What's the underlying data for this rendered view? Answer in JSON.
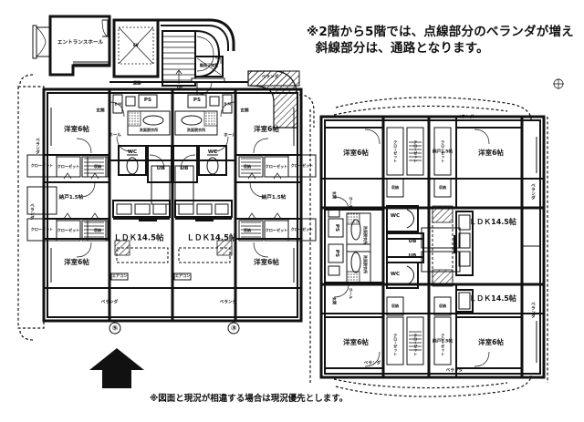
{
  "document": {
    "type": "apartment-floor-plan",
    "header_note": "※2階から5階では、点線部分のベランダが増え\n  斜線部分は、通路となります。",
    "footer_note": "※図面と現況が相違する場合は現況優先とします。",
    "orientation_marker": "north-arrow"
  },
  "labels": {
    "entrance_hall": "エントランスホール",
    "ev": "EV",
    "stair_storage": "階段下物置",
    "up": "UP",
    "corridor": "通路",
    "entrance": "玄関",
    "hall": "ホール",
    "wc": "WC",
    "ub": "UB",
    "ps": "PS",
    "meter_box": "Ｍ\nＢ",
    "washroom": "洗面脱衣所",
    "closet": "クローゼット",
    "closet_v": "クローゼット",
    "storage": "収納",
    "western_room": "洋室6帖",
    "nando": "納戸1.5帖",
    "ldk": "ＬＤＫ14.5帖",
    "veranda": "ベランダ",
    "aircon": "エアコン",
    "washer": "洗濯機",
    "pantry": "物入"
  },
  "units": {
    "left_building": [
      {
        "number": "⑤",
        "rooms": [
          "洋室6帖",
          "納戸1.5帖",
          "ＬＤＫ14.5帖"
        ]
      },
      {
        "number": "③",
        "rooms": [
          "洋室6帖",
          "納戸1.5帖",
          "ＬＤＫ14.5帖"
        ]
      }
    ],
    "right_building": [
      {
        "rooms": [
          "洋室6帖",
          "納戸1.5帖",
          "ＬＤＫ14.5帖"
        ]
      },
      {
        "rooms": [
          "洋室6帖",
          "納戸1.5帖",
          "ＬＤＫ14.5帖"
        ]
      }
    ]
  },
  "room_labels_left": {
    "r1": "洋室6帖",
    "r2": "洋室6帖",
    "r3": "洋室6帖",
    "r4": "洋室6帖",
    "n1": "納戸1.5帖",
    "n2": "納戸1.5帖",
    "ldk1": "ＬＤＫ14.5帖",
    "ldk2": "ＬＤＫ14.5帖",
    "v_left": "ベランダ",
    "v_b1": "ベランダ",
    "v_b2": "ベランダ",
    "v_right": "ベランダ",
    "ac1": "エアコン",
    "ac2": "エアコン"
  },
  "room_labels_right": {
    "r1": "洋室6帖",
    "r2": "洋室6帖",
    "r3": "洋室6帖",
    "r4": "洋室6帖",
    "n1": "納戸1.5帖",
    "n2": "納戸1.5帖",
    "ldk1": "ＬＤＫ14.5帖",
    "ldk2": "ＬＤＫ14.5帖",
    "v_top": "ベランダ",
    "v_bottom": "ベランダ",
    "v_right1": "ベランダ",
    "v_right2": "ベランダ",
    "v_bot2": "ベランダ"
  },
  "colors": {
    "ink": "#111111",
    "paper": "#ffffff"
  }
}
